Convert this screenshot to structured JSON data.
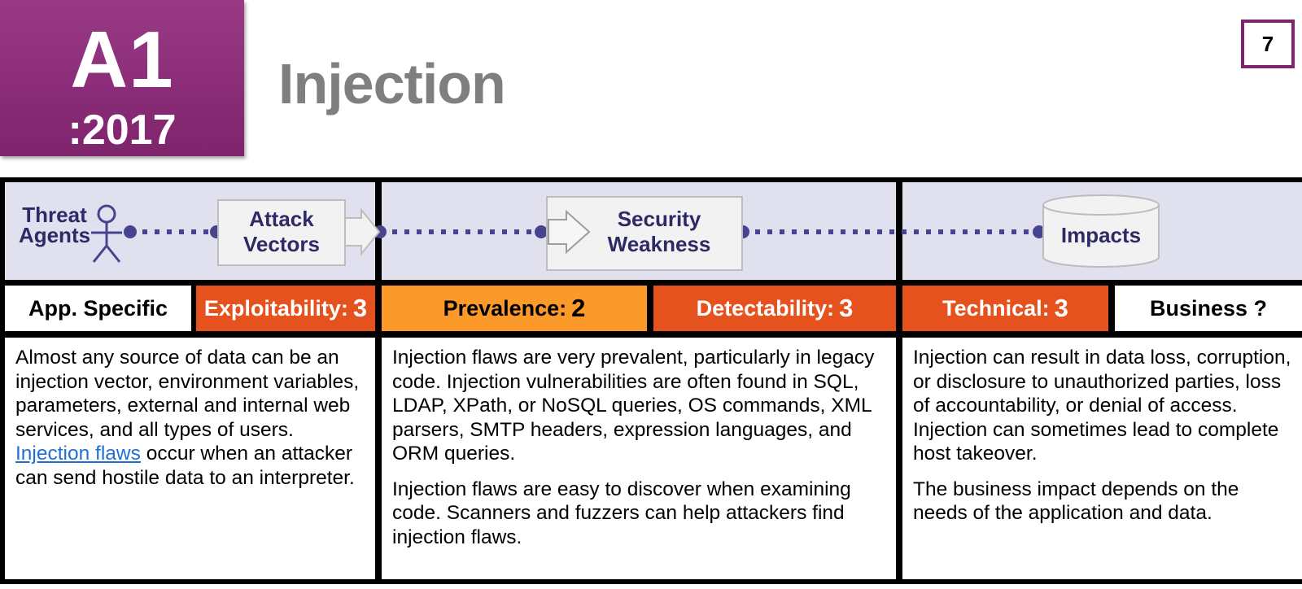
{
  "badge": {
    "code": "A1",
    "year": ":2017"
  },
  "title": "Injection",
  "page_number": "7",
  "flow": {
    "threat_agents": [
      "Threat",
      "Agents"
    ],
    "attack_vectors": [
      "Attack",
      "Vectors"
    ],
    "security_weakness": [
      "Security",
      "Weakness"
    ],
    "impacts": "Impacts"
  },
  "scores": {
    "app_specific": "App. Specific",
    "exploitability": {
      "label": "Exploitability:",
      "value": "3"
    },
    "prevalence": {
      "label": "Prevalence:",
      "value": "2"
    },
    "detectability": {
      "label": "Detectability:",
      "value": "3"
    },
    "technical": {
      "label": "Technical:",
      "value": "3"
    },
    "business": "Business ?"
  },
  "colors": {
    "badge": "#8b2d78",
    "flow_bg": "#e0e0ef",
    "exploitability": "#e6521e",
    "prevalence": "#fb9a2a",
    "detectability": "#e6521e",
    "technical": "#e6521e",
    "flow_dots": "#47448f"
  },
  "descriptions": {
    "col1": {
      "before_link": "Almost any source of data can be an injection vector, environment variables, parameters, external and internal web services, and all types of users. ",
      "link": "Injection flaws",
      "after_link": " occur when an attacker can send hostile data to an interpreter."
    },
    "col2": [
      "Injection flaws are very prevalent, particularly in legacy code. Injection vulnerabilities are often found in SQL, LDAP, XPath, or NoSQL queries, OS commands, XML parsers, SMTP headers, expression languages, and ORM queries.",
      "Injection flaws are easy to discover when examining code. Scanners and fuzzers can help attackers find injection flaws."
    ],
    "col3": [
      "Injection can result in data loss, corruption, or disclosure to unauthorized parties, loss of accountability, or denial of access. Injection can sometimes lead to complete host takeover.",
      "The business impact depends on the needs of the application and data."
    ]
  }
}
